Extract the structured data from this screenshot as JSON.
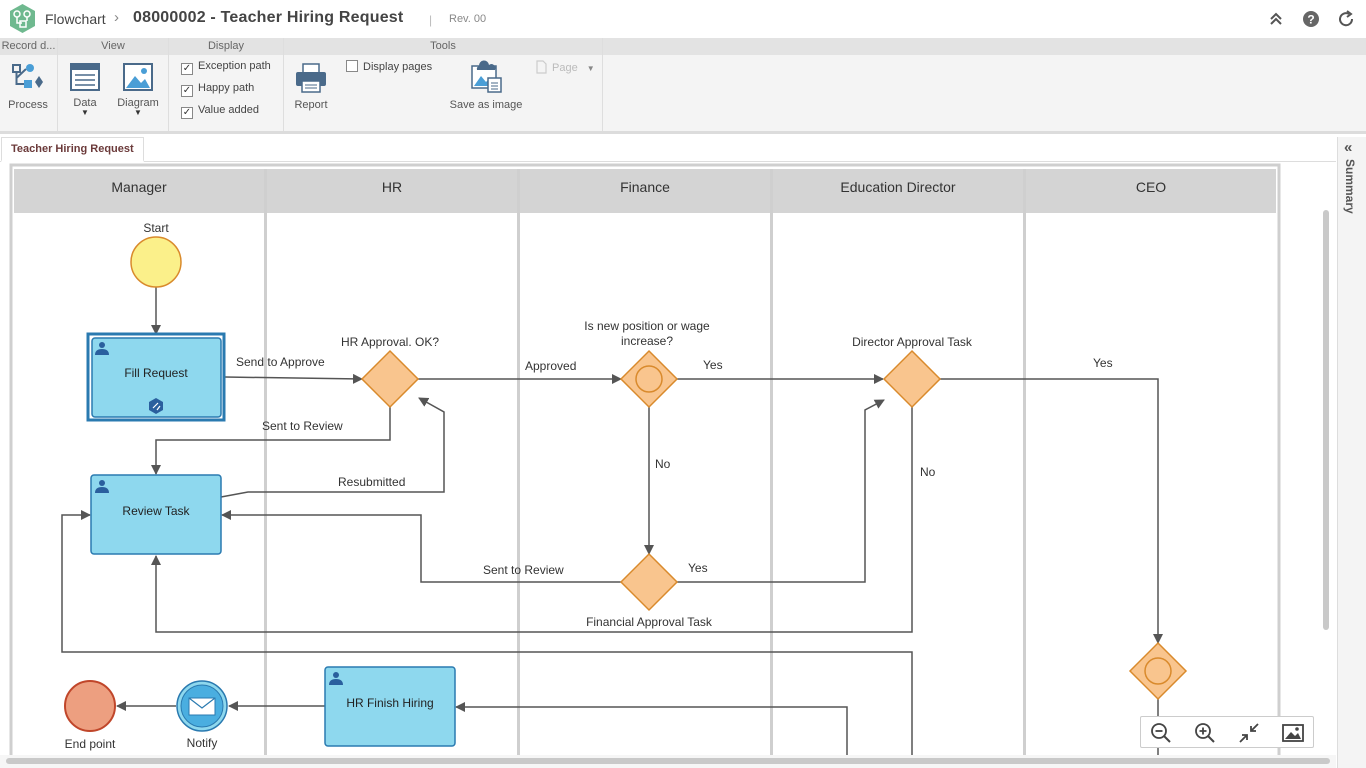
{
  "header": {
    "app_label": "Flowchart",
    "title": "08000002 - Teacher Hiring Request",
    "separator": "|",
    "revision": "Rev. 00"
  },
  "toolbar_icons": [
    "collapse-up-icon",
    "help-icon",
    "refresh-icon"
  ],
  "ribbon": {
    "groups": {
      "record": "Record d...",
      "view": "View",
      "display": "Display",
      "tools": "Tools"
    },
    "process_label": "Process",
    "data_label": "Data",
    "diagram_label": "Diagram",
    "exception_path": "Exception path",
    "happy_path": "Happy path",
    "value_added": "Value added",
    "report_label": "Report",
    "display_pages": "Display pages",
    "save_image": "Save as image",
    "page_label": "Page",
    "exception_checked": true,
    "happy_checked": true,
    "value_checked": true,
    "pages_checked": false
  },
  "tab": {
    "label": "Teacher Hiring Request"
  },
  "summary": {
    "label": "Summary"
  },
  "lanes": [
    "Manager",
    "HR",
    "Finance",
    "Education Director",
    "CEO"
  ],
  "nodes": {
    "start": "Start",
    "fill_request": "Fill Request",
    "review_task": "Review Task",
    "hr_finish": "HR Finish Hiring",
    "notify": "Notify",
    "end": "End point",
    "hr_approval": "HR Approval. OK?",
    "new_position_1": "Is new position or wage",
    "new_position_2": "increase?",
    "director_approval": "Director Approval Task",
    "financial_approval": "Financial Approval Task"
  },
  "edges": {
    "send_to_approve": "Send to Approve",
    "sent_to_review_1": "Sent to Review",
    "resubmitted": "Resubmitted",
    "approved": "Approved",
    "yes_1": "Yes",
    "no_1": "No",
    "yes_2": "Yes",
    "sent_to_review_2": "Sent to Review",
    "no_2": "No",
    "yes_3": "Yes"
  },
  "colors": {
    "task_fill": "#8ed8ee",
    "task_stroke": "#2a7ab0",
    "gateway_fill": "#f9c58e",
    "gateway_stroke": "#d98a2c",
    "start_fill": "#fbf08a",
    "end_fill": "#ed9f80",
    "lane_header": "#d4d4d4",
    "edge": "#555555"
  },
  "zoom_controls": [
    "zoom-out-icon",
    "zoom-in-icon",
    "fit-icon",
    "image-icon"
  ]
}
